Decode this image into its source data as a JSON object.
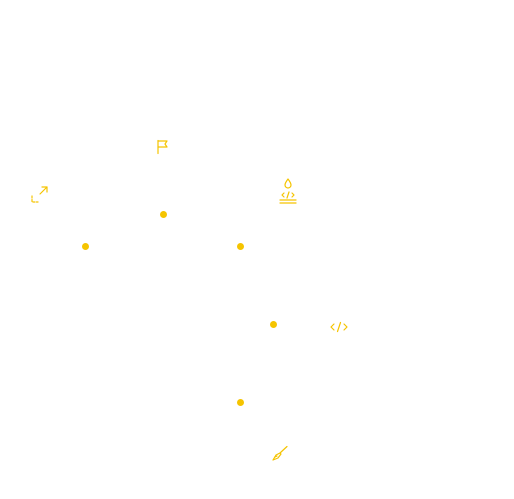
{
  "accent_color": "#f5c400",
  "dots": [
    {
      "name": "dot-1"
    },
    {
      "name": "dot-2"
    },
    {
      "name": "dot-3"
    },
    {
      "name": "dot-4"
    },
    {
      "name": "dot-5"
    }
  ],
  "icons": [
    {
      "name": "flag-icon"
    },
    {
      "name": "expand-arrow-icon"
    },
    {
      "name": "code-drop-icon"
    },
    {
      "name": "code-icon"
    },
    {
      "name": "brush-icon"
    }
  ]
}
